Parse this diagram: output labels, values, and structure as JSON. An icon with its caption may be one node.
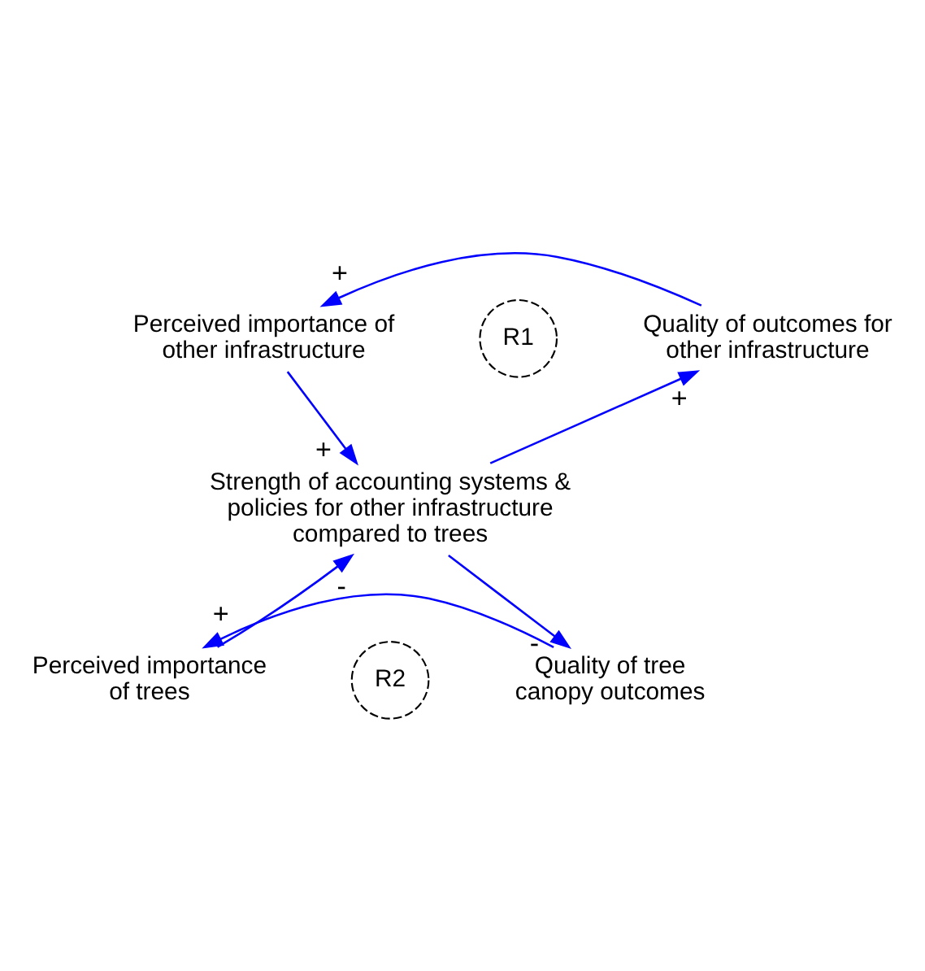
{
  "diagram": {
    "nodes": [
      {
        "text": [
          "Perceived importance of other infrastructure"
        ]
      },
      {
        "text": [
          "Quality of outcomes for other infrastructure"
        ]
      },
      {
        "text": [
          "Strength of accounting systems & policies for other infrastructure compared to trees"
        ]
      },
      {
        "text": [
          "Perceived importance of trees"
        ]
      },
      {
        "text": [
          "Quality of tree canopy outcomes"
        ]
      }
    ],
    "edges": [
      {
        "from": 1,
        "to": 0,
        "arrow": "to",
        "label": "+"
      },
      {
        "from": 0,
        "to": 2,
        "arrow": "to",
        "label": "+"
      },
      {
        "from": 2,
        "to": 1,
        "arrow": "to",
        "label": "+"
      },
      {
        "from": 2,
        "to": 4,
        "arrow": "to",
        "label": "-"
      },
      {
        "from": 4,
        "to": 3,
        "arrow": "to",
        "label": "+"
      },
      {
        "from": 3,
        "to": 2,
        "arrow": "to",
        "label": "-"
      }
    ],
    "labels": [
      "R1",
      "R2"
    ]
  }
}
